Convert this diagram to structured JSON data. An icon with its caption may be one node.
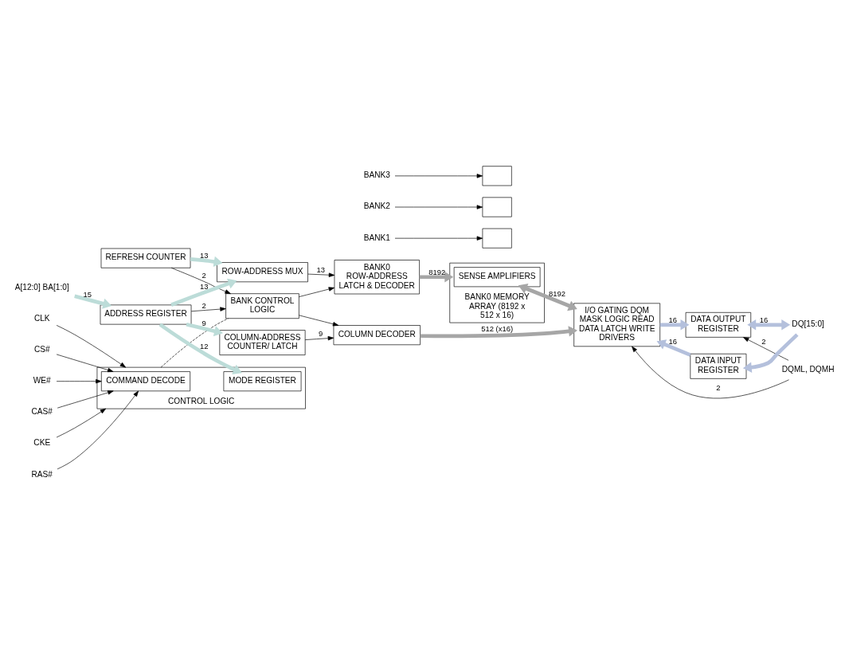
{
  "diagram": {
    "nodes": [
      {
        "text": [
          "CKE"
        ]
      },
      {
        "text": [
          "CLK"
        ]
      },
      {
        "text": [
          "CS#"
        ]
      },
      {
        "text": [
          "WE#"
        ]
      },
      {
        "text": [
          "CAS#"
        ]
      },
      {
        "text": [
          "RAS#"
        ]
      },
      {
        "text": [
          "CONTROL LOGIC"
        ]
      },
      {
        "text": [
          "COMMAND DECODE"
        ],
        "in": 6
      },
      {
        "text": [
          "MODE REGISTER"
        ],
        "in": 6
      },
      {
        "text": [
          "REFRESH COUNTER"
        ]
      },
      {
        "text": [
          "ROW-ADDRESS MUX"
        ]
      },
      {
        "text": [
          "BANK0 ROW-ADDRESS LATCH & DECODER"
        ]
      },
      {
        "text": [
          "BANK0 MEMORY ARRAY (8192 x 512 x 16)"
        ]
      },
      {
        "text": [
          "SENSE AMPLIFIERS"
        ],
        "in": 12
      },
      {
        "text": [
          "BANK1"
        ]
      },
      {
        "text": [
          "BANK2"
        ]
      },
      {
        "text": [
          "BANK3"
        ]
      },
      {
        "text": [
          "I/O GATING DQM MASK LOGIC READ DATA LATCH WRITE DRIVERS"
        ]
      },
      {
        "text": [
          "DATA OUTPUT REGISTER"
        ]
      },
      {
        "text": [
          "DATA INPUT REGISTER"
        ]
      },
      {
        "text": [
          "DQML, DQMH"
        ]
      },
      {
        "text": [
          "DQ[15:0]"
        ]
      },
      {
        "text": [
          "A[12:0] BA[1:0]"
        ]
      },
      {
        "text": [
          "ADDRESS REGISTER"
        ]
      },
      {
        "text": [
          "BANK CONTROL LOGIC"
        ]
      },
      {
        "text": [
          "COLUMN-ADDRESS COUNTER/ LATCH"
        ]
      },
      {
        "text": [
          "COLUMN DECODER"
        ]
      },
      {
        "text": [],
        "shape": "box"
      },
      {
        "text": [],
        "shape": "box"
      },
      {
        "text": [],
        "shape": "box"
      }
    ],
    "edges": [
      {
        "from": 0,
        "to": 6,
        "arrow": "to"
      },
      {
        "from": 1,
        "to": 6,
        "arrow": "to"
      },
      {
        "from": 2,
        "to": 7,
        "arrow": "to"
      },
      {
        "from": 3,
        "to": 7,
        "arrow": "to"
      },
      {
        "from": 4,
        "to": 7,
        "arrow": "to"
      },
      {
        "from": 5,
        "to": 7,
        "arrow": "to"
      },
      {
        "from": 22,
        "to": 23,
        "arrow": "to",
        "label": "15",
        "style": "thick",
        "color": "#bcdcd8"
      },
      {
        "from": 23,
        "to": 8,
        "arrow": "to",
        "label": "12",
        "style": "thick",
        "color": "#bcdcd8"
      },
      {
        "from": 23,
        "to": 10,
        "arrow": "to",
        "label": "13",
        "style": "thick",
        "color": "#bcdcd8"
      },
      {
        "from": 23,
        "to": 24,
        "arrow": "to",
        "label": "2"
      },
      {
        "from": 23,
        "to": 25,
        "arrow": "to",
        "label": "9",
        "style": "thick",
        "color": "#bcdcd8"
      },
      {
        "from": 9,
        "to": 10,
        "arrow": "to",
        "label": "13",
        "style": "thick",
        "color": "#bcdcd8"
      },
      {
        "from": 9,
        "to": 24,
        "arrow": "to",
        "label": "2"
      },
      {
        "from": 6,
        "to": 24,
        "arrow": "none",
        "style": "dashed"
      },
      {
        "from": 10,
        "to": 11,
        "arrow": "to",
        "label": "13"
      },
      {
        "from": 24,
        "to": 11,
        "arrow": "to"
      },
      {
        "from": 11,
        "to": 12,
        "arrow": "to",
        "label": "8192",
        "style": "thick",
        "color": "#a6a6a6"
      },
      {
        "from": 14,
        "to": 29,
        "arrow": "to"
      },
      {
        "from": 15,
        "to": 28,
        "arrow": "to"
      },
      {
        "from": 16,
        "to": 27,
        "arrow": "to"
      },
      {
        "from": 13,
        "to": 17,
        "arrow": "both",
        "label": "8192",
        "style": "thick",
        "color": "#a6a6a6"
      },
      {
        "from": 26,
        "to": 17,
        "arrow": "to",
        "label": "512 (x16)",
        "style": "thick",
        "color": "#a6a6a6"
      },
      {
        "from": 24,
        "to": 26,
        "arrow": "to"
      },
      {
        "from": 25,
        "to": 26,
        "arrow": "to",
        "label": "9"
      },
      {
        "from": 17,
        "to": 18,
        "arrow": "to",
        "label": "16",
        "style": "thick",
        "color": "#b4c0dc"
      },
      {
        "from": 19,
        "to": 17,
        "arrow": "to",
        "label": "16",
        "style": "thick",
        "color": "#b4c0dc"
      },
      {
        "from": 18,
        "to": 21,
        "arrow": "both",
        "label": "16",
        "style": "thick",
        "color": "#b4c0dc"
      },
      {
        "from": 21,
        "to": 19,
        "arrow": "to",
        "style": "thick",
        "color": "#b4c0dc"
      },
      {
        "from": 20,
        "to": 18,
        "arrow": "to",
        "label": "2"
      },
      {
        "from": 20,
        "to": 17,
        "arrow": "to",
        "label": "2"
      }
    ]
  }
}
